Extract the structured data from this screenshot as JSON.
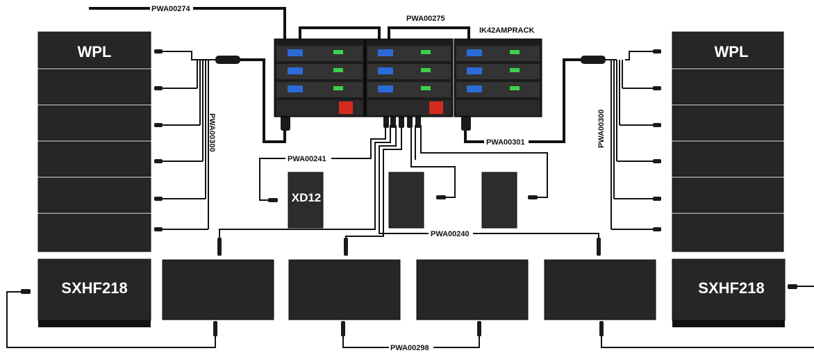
{
  "labels": {
    "cable_top_left": "PWA00274",
    "cable_top_mid": "PWA00275",
    "rack_name": "IK42AMPRACK",
    "cable_left_vertical": "PWA00300",
    "cable_right_vertical": "PWA00300",
    "cable_right_rack": "PWA00301",
    "cable_xd12": "PWA00241",
    "cable_subs_top": "PWA00240",
    "cable_subs_bottom": "PWA00298"
  },
  "speakers": {
    "left_array": "WPL",
    "right_array": "WPL",
    "left_sub": "SXHF218",
    "right_sub": "SXHF218",
    "monitor": "XD12"
  },
  "colors": {
    "cabinet": "#262626",
    "amp_display": "#2a6bd8",
    "amp_led": "#3bd14a",
    "panel_red": "#d42b1e"
  }
}
